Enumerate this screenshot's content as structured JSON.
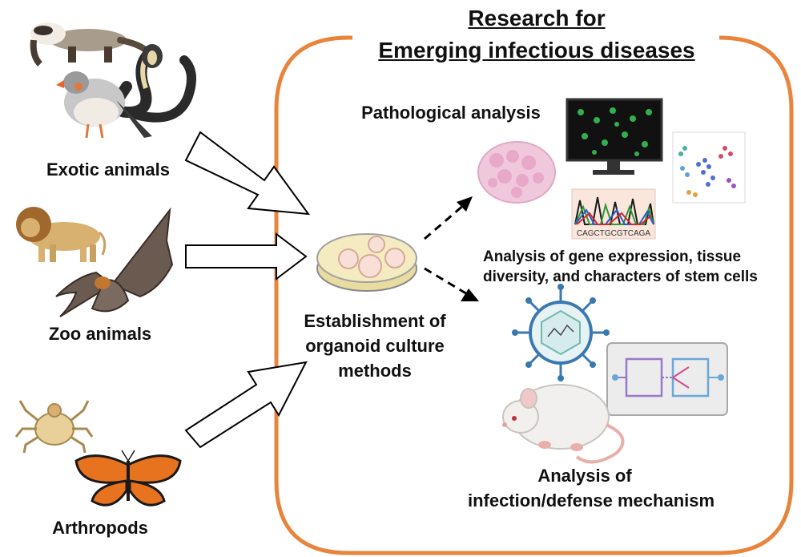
{
  "title": {
    "line1": "Research for",
    "line2": "Emerging infectious diseases"
  },
  "sources": [
    {
      "label": "Exotic animals"
    },
    {
      "label": "Zoo animals"
    },
    {
      "label": "Arthropods"
    }
  ],
  "center": {
    "line1": "Establishment of",
    "line2": "organoid culture",
    "line3": "methods"
  },
  "outcomes": {
    "pathology": {
      "title": "Pathological analysis",
      "detail_line1": "Analysis of gene expression, tissue",
      "detail_line2": "diversity, and characters of stem cells",
      "sequence_text": "CAGCTGCGTCAGA"
    },
    "infection": {
      "title_line1": "Analysis of",
      "title_line2": "infection/defense mechanism"
    }
  },
  "colors": {
    "frame": "#E8843C",
    "arrow_fill": "#ffffff",
    "arrow_stroke": "#000000",
    "butterfly": "#E8731E"
  },
  "icons": [
    "ferret-icon",
    "finch-icon",
    "snake-icon",
    "lion-icon",
    "bat-icon",
    "tick-icon",
    "butterfly-icon",
    "petri-dish-icon",
    "tissue-section-icon",
    "microscope-monitor-icon",
    "cluster-plot-icon",
    "dna-sequence-chromatogram-icon",
    "virus-icon",
    "organ-on-chip-icon",
    "mouse-icon"
  ]
}
